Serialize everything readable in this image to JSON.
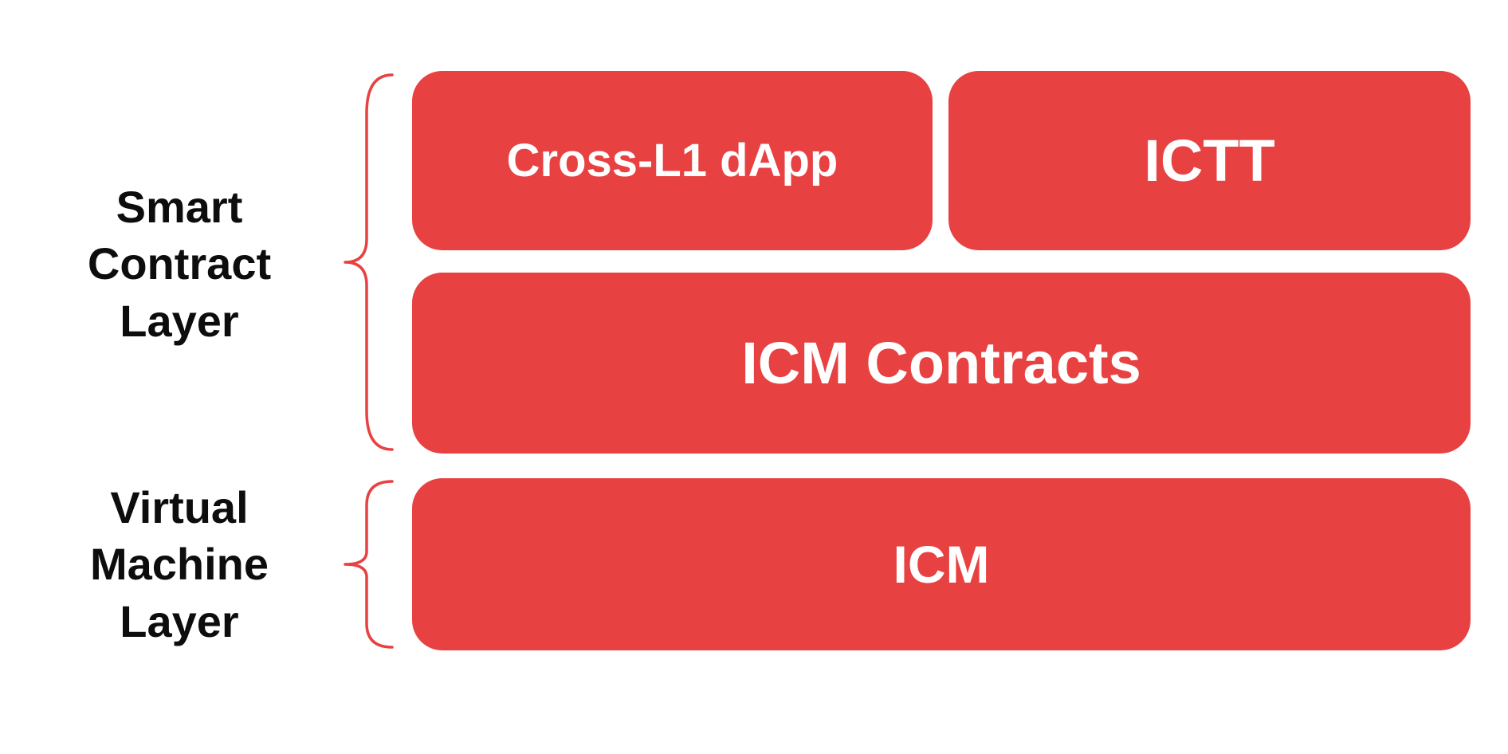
{
  "colors": {
    "box_fill": "#E84142",
    "box_text": "#FFFFFF",
    "label_text": "#0D0D0D",
    "brace": "#E84142",
    "background": "#FFFFFF"
  },
  "layers": [
    {
      "label": "Smart Contract Layer",
      "rows": [
        {
          "boxes": [
            {
              "label": "Cross-L1 dApp"
            },
            {
              "label": "ICTT"
            }
          ]
        },
        {
          "boxes": [
            {
              "label": "ICM Contracts"
            }
          ]
        }
      ]
    },
    {
      "label": "Virtual Machine Layer",
      "rows": [
        {
          "boxes": [
            {
              "label": "ICM"
            }
          ]
        }
      ]
    }
  ]
}
